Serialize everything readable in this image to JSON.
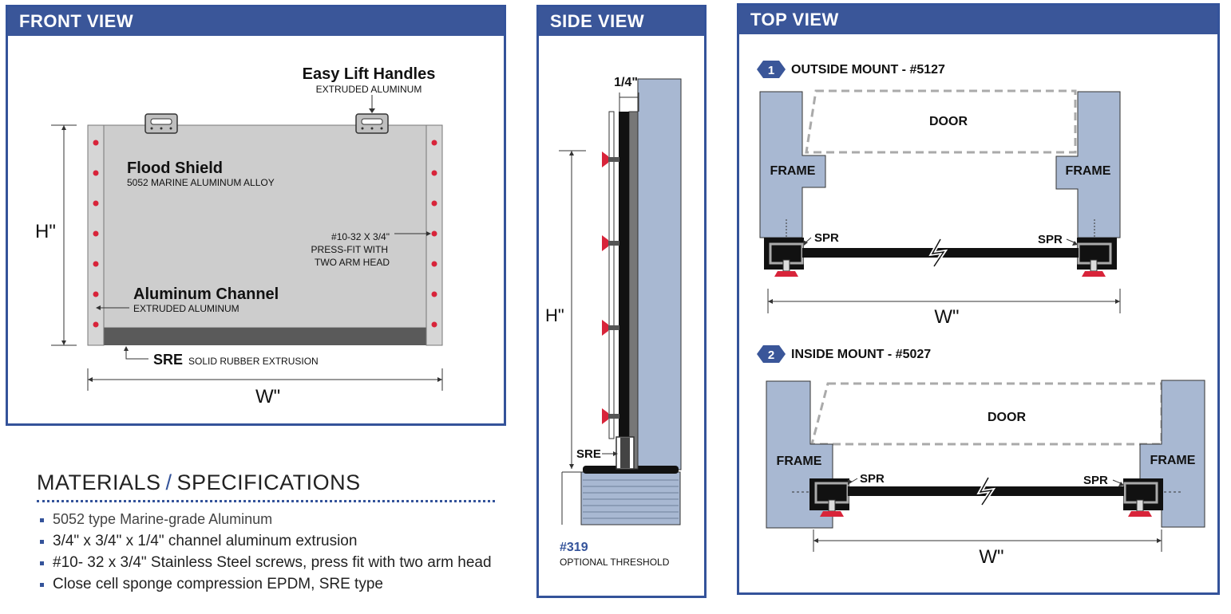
{
  "front_view": {
    "header": "FRONT VIEW",
    "handles_title": "Easy Lift Handles",
    "handles_sub": "EXTRUDED ALUMINUM",
    "shield_title": "Flood Shield",
    "shield_sub": "5052 MARINE ALUMINUM ALLOY",
    "screw_line1": "#10-32 X 3/4\"",
    "screw_line2": "PRESS-FIT WITH",
    "screw_line3": "TWO ARM HEAD",
    "channel_title": "Aluminum Channel",
    "channel_sub": "EXTRUDED ALUMINUM",
    "sre_title": "SRE",
    "sre_sub": "SOLID RUBBER EXTRUSION",
    "height_label": "H\"",
    "width_label": "W\""
  },
  "side_view": {
    "header": "SIDE VIEW",
    "quarter_label": "1/4\"",
    "height_label": "H\"",
    "sre_label": "SRE",
    "threshold_num": "#319",
    "threshold_sub": "OPTIONAL THRESHOLD"
  },
  "top_view": {
    "header": "TOP VIEW",
    "outside": {
      "num": "1",
      "title": "OUTSIDE MOUNT - #5127",
      "door": "DOOR",
      "frame_left": "FRAME",
      "frame_right": "FRAME",
      "spr_left": "SPR",
      "spr_right": "SPR",
      "width_label": "W\""
    },
    "inside": {
      "num": "2",
      "title": "INSIDE MOUNT - #5027",
      "door": "DOOR",
      "frame_left": "FRAME",
      "frame_right": "FRAME",
      "spr_left": "SPR",
      "spr_right": "SPR",
      "width_label": "W\""
    }
  },
  "materials": {
    "title_left": "MATERIALS",
    "title_slash": "/",
    "title_right": "SPECIFICATIONS",
    "items": [
      "5052 type Marine-grade Aluminum",
      "3/4\" x 3/4\" x 1/4\" channel aluminum extrusion",
      "#10- 32 x 3/4\" Stainless Steel screws, press fit with two arm head",
      "Close cell sponge compression EPDM, SRE type"
    ]
  },
  "colors": {
    "header": "#3a5699",
    "frame": "#a8b8d2",
    "shield": "#cfcfcf",
    "screw": "#d8243a"
  }
}
